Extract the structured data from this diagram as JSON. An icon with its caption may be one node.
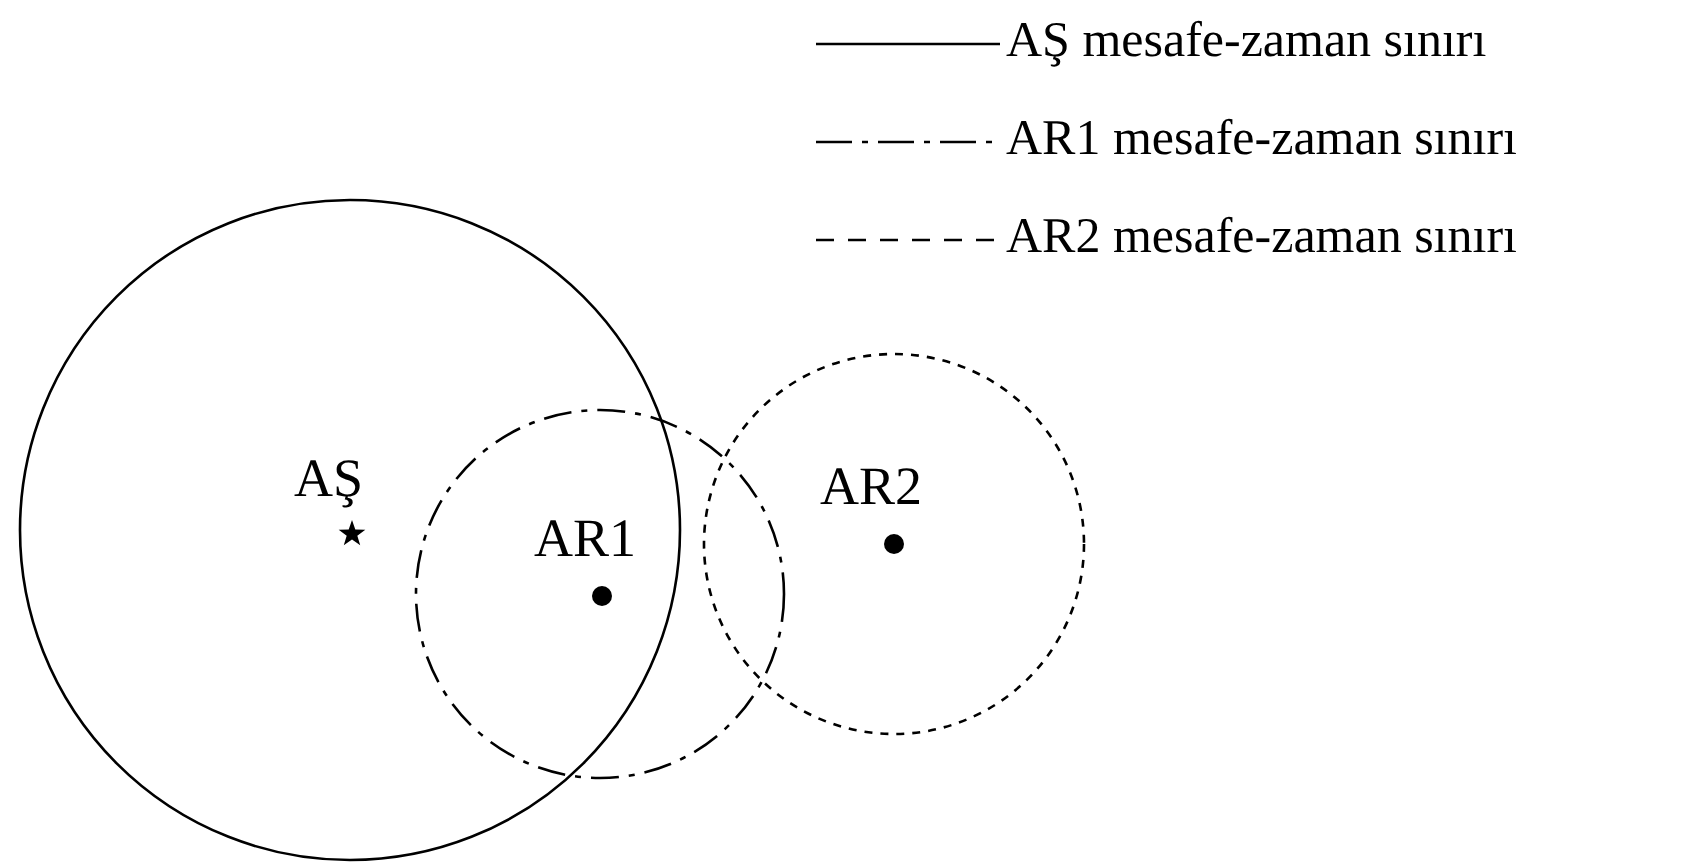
{
  "diagram": {
    "nodes": [
      {
        "text": [
          "AŞ"
        ]
      },
      {
        "text": [
          "AR1"
        ]
      },
      {
        "text": [
          "AR2"
        ]
      }
    ],
    "legend": [
      {
        "text": "AŞ mesafe-zaman sınırı"
      },
      {
        "text": "AR1 mesafe-zaman sınırı"
      },
      {
        "text": "AR2 mesafe-zaman sınırı"
      }
    ]
  }
}
